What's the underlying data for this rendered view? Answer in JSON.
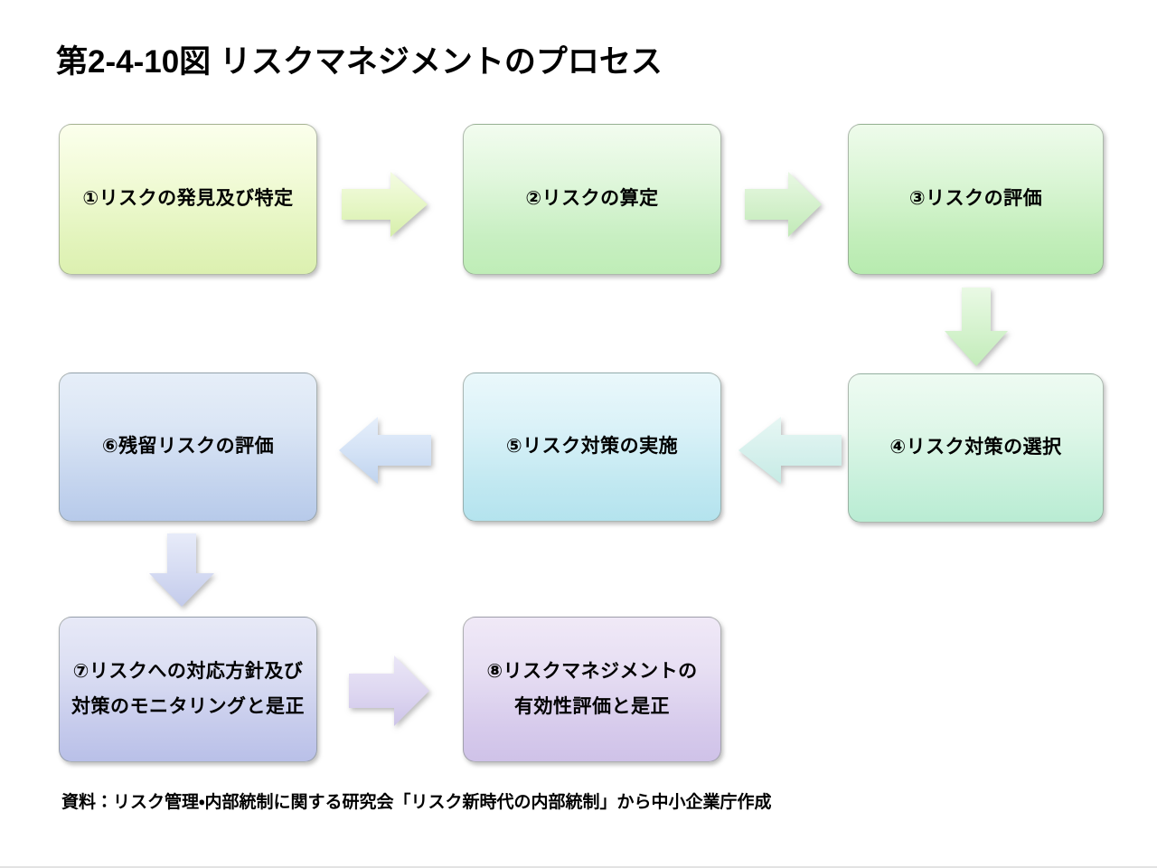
{
  "title": "第2-4-10図  リスクマネジメントのプロセス",
  "source_note": "資料：リスク管理・内部統制に関する研究会「リスク新時代の内部統制」から中小企業庁作成",
  "nodes": [
    {
      "id": 1,
      "label": "①リスクの発見及び特定",
      "color": "#e3f4bd"
    },
    {
      "id": 2,
      "label": "②リスクの算定",
      "color": "#c8efc2"
    },
    {
      "id": 3,
      "label": "③リスクの評価",
      "color": "#c3eebb"
    },
    {
      "id": 4,
      "label": "④リスク対策の選択",
      "color": "#c7f0db"
    },
    {
      "id": 5,
      "label": "⑤リスク対策の実施",
      "color": "#c1e8f1"
    },
    {
      "id": 6,
      "label": "⑥残留リスクの評価",
      "color": "#c4d4ee"
    },
    {
      "id": 7,
      "label": "⑦リスクへの対応方針及び\n対策のモニタリングと是正",
      "color": "#c6cbec"
    },
    {
      "id": 8,
      "label": "⑧リスクマネジメントの\n有効性評価と是正",
      "color": "#d7cbec"
    }
  ],
  "arrows": [
    {
      "id": 1,
      "from": 1,
      "to": 2,
      "direction": "right",
      "color": "#ddf2b8"
    },
    {
      "id": 2,
      "from": 2,
      "to": 3,
      "direction": "right",
      "color": "#c7ecbe"
    },
    {
      "id": 3,
      "from": 3,
      "to": 4,
      "direction": "down",
      "color": "#c6eec2"
    },
    {
      "id": 4,
      "from": 4,
      "to": 5,
      "direction": "left",
      "color": "#cdeee8"
    },
    {
      "id": 5,
      "from": 5,
      "to": 6,
      "direction": "left",
      "color": "#c8dcf1"
    },
    {
      "id": 6,
      "from": 6,
      "to": 7,
      "direction": "down",
      "color": "#c8cfeb"
    },
    {
      "id": 7,
      "from": 7,
      "to": 8,
      "direction": "right",
      "color": "#d3cbe9"
    }
  ],
  "chart_data": {
    "type": "diagram",
    "title": "第2-4-10図  リスクマネジメントのプロセス",
    "flow_order": [
      1,
      2,
      3,
      4,
      5,
      6,
      7,
      8
    ],
    "steps": [
      "①リスクの発見及び特定",
      "②リスクの算定",
      "③リスクの評価",
      "④リスク対策の選択",
      "⑤リスク対策の実施",
      "⑥残留リスクの評価",
      "⑦リスクへの対応方針及び対策のモニタリングと是正",
      "⑧リスクマネジメントの有効性評価と是正"
    ]
  }
}
